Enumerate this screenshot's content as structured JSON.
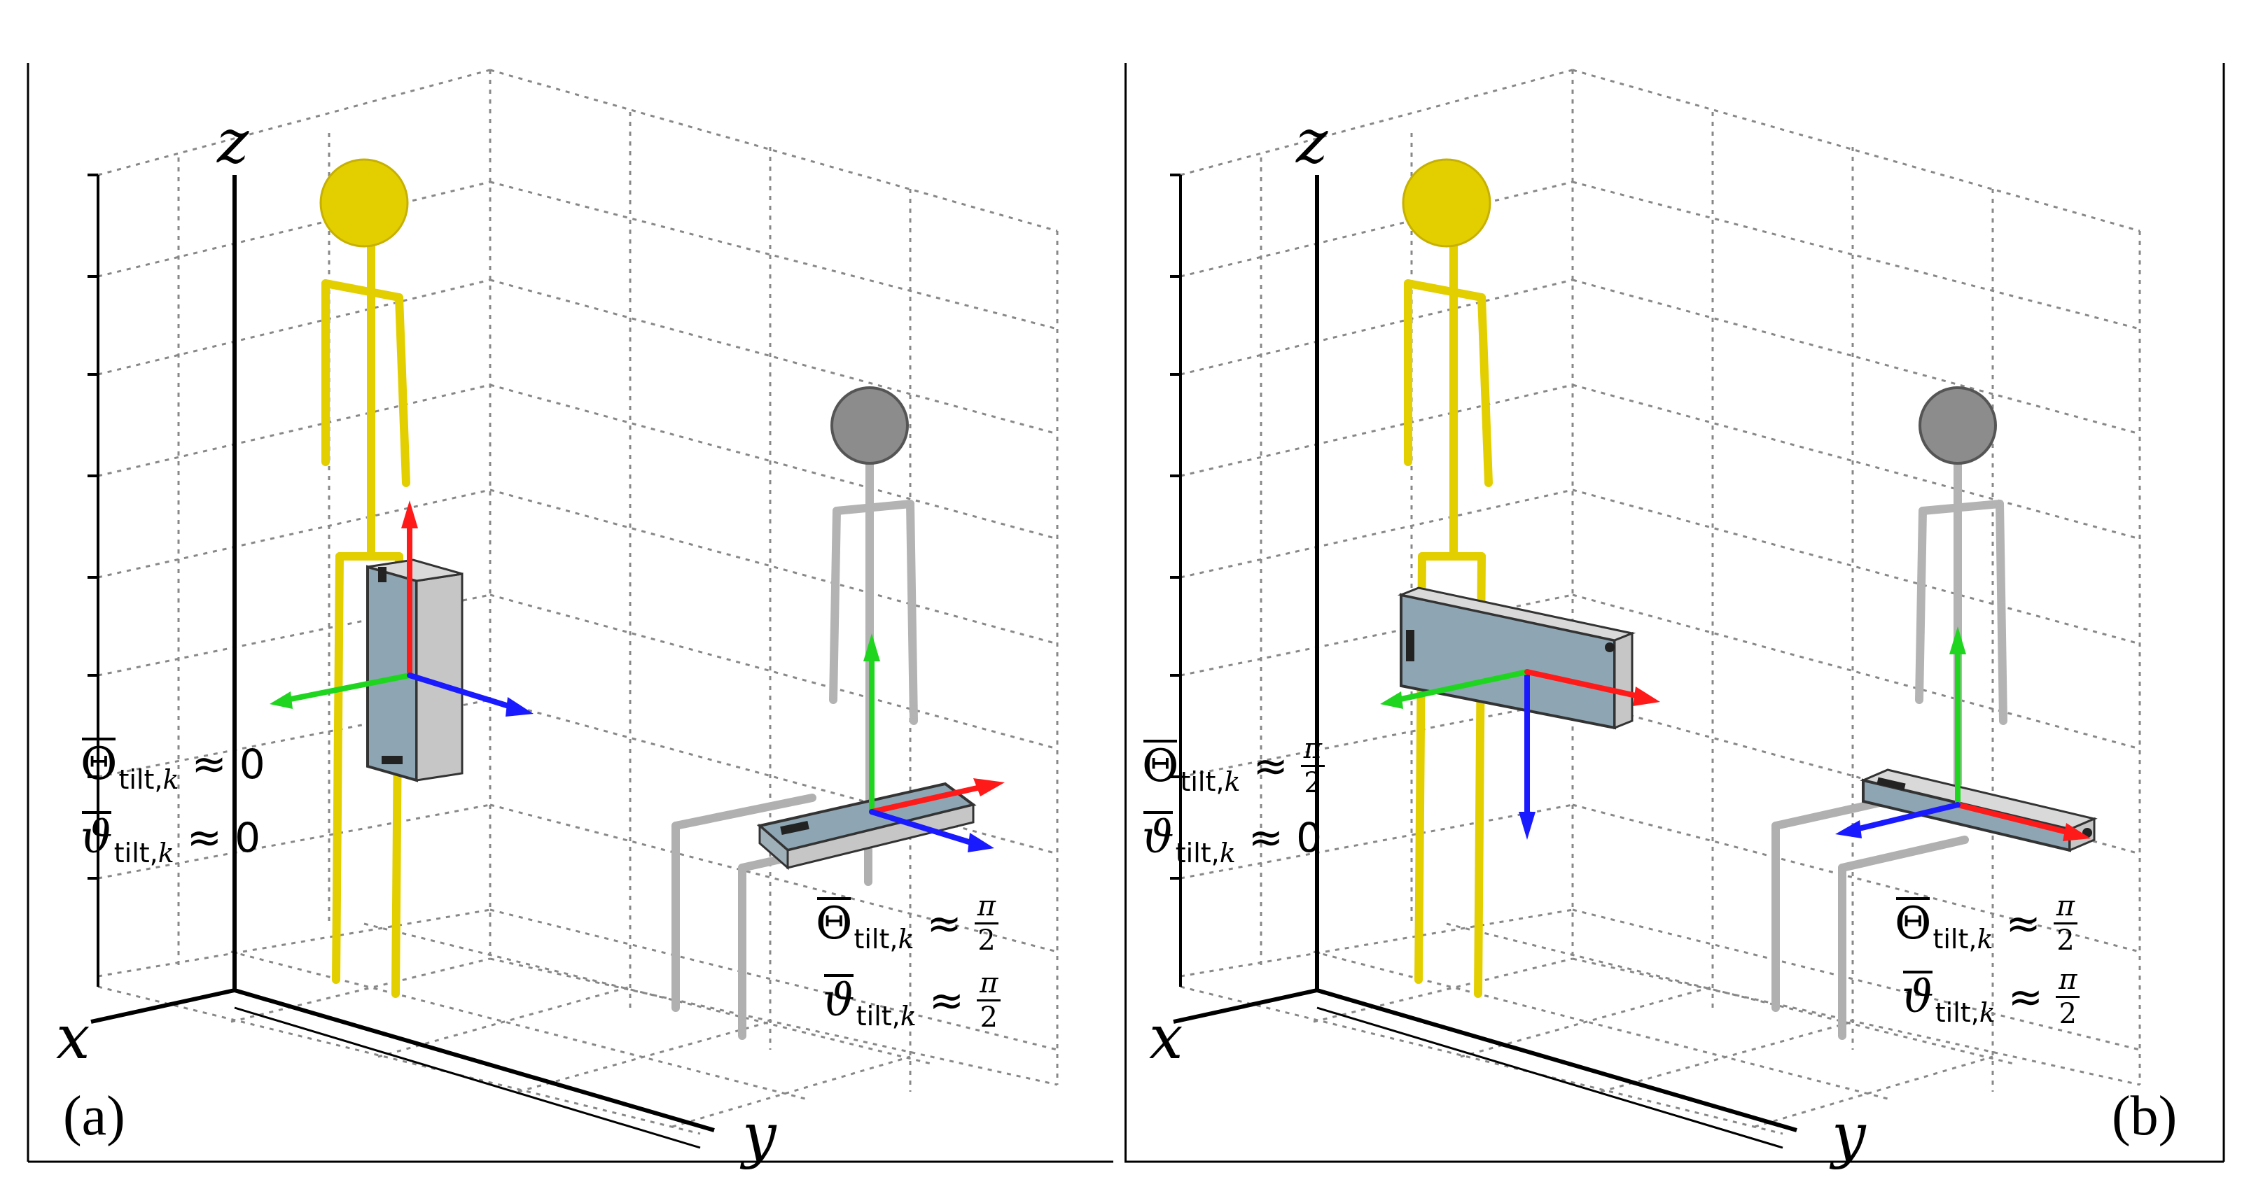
{
  "panels": [
    {
      "id": "a",
      "label": "(a)",
      "axes": {
        "x": "x",
        "y": "y",
        "z": "z"
      },
      "standing_person_color": "#e3cf00",
      "sitting_person_color": "#8c8c8c",
      "annotation_standing": {
        "big_theta": "Θ",
        "small_theta": "ϑ",
        "subscript": "tilt,",
        "subscript_index": "k",
        "relation": "≈",
        "big_value": "0",
        "small_value": "0"
      },
      "annotation_sitting": {
        "big_theta": "Θ",
        "small_theta": "ϑ",
        "subscript": "tilt,",
        "subscript_index": "k",
        "relation": "≈",
        "big_value_num": "π",
        "big_value_den": "2",
        "small_value_num": "π",
        "small_value_den": "2"
      }
    },
    {
      "id": "b",
      "label": "(b)",
      "axes": {
        "x": "x",
        "y": "y",
        "z": "z"
      },
      "standing_person_color": "#e3cf00",
      "sitting_person_color": "#8c8c8c",
      "annotation_standing": {
        "big_theta": "Θ",
        "small_theta": "ϑ",
        "subscript": "tilt,",
        "subscript_index": "k",
        "relation": "≈",
        "big_value_num": "π",
        "big_value_den": "2",
        "small_value": "0"
      },
      "annotation_sitting": {
        "big_theta": "Θ",
        "small_theta": "ϑ",
        "subscript": "tilt,",
        "subscript_index": "k",
        "relation": "≈",
        "big_value_num": "π",
        "big_value_den": "2",
        "small_value_num": "π",
        "small_value_den": "2"
      }
    }
  ],
  "arrow_colors": {
    "red": "#ff1a1a",
    "green": "#1fd51f",
    "blue": "#1a1aff"
  }
}
